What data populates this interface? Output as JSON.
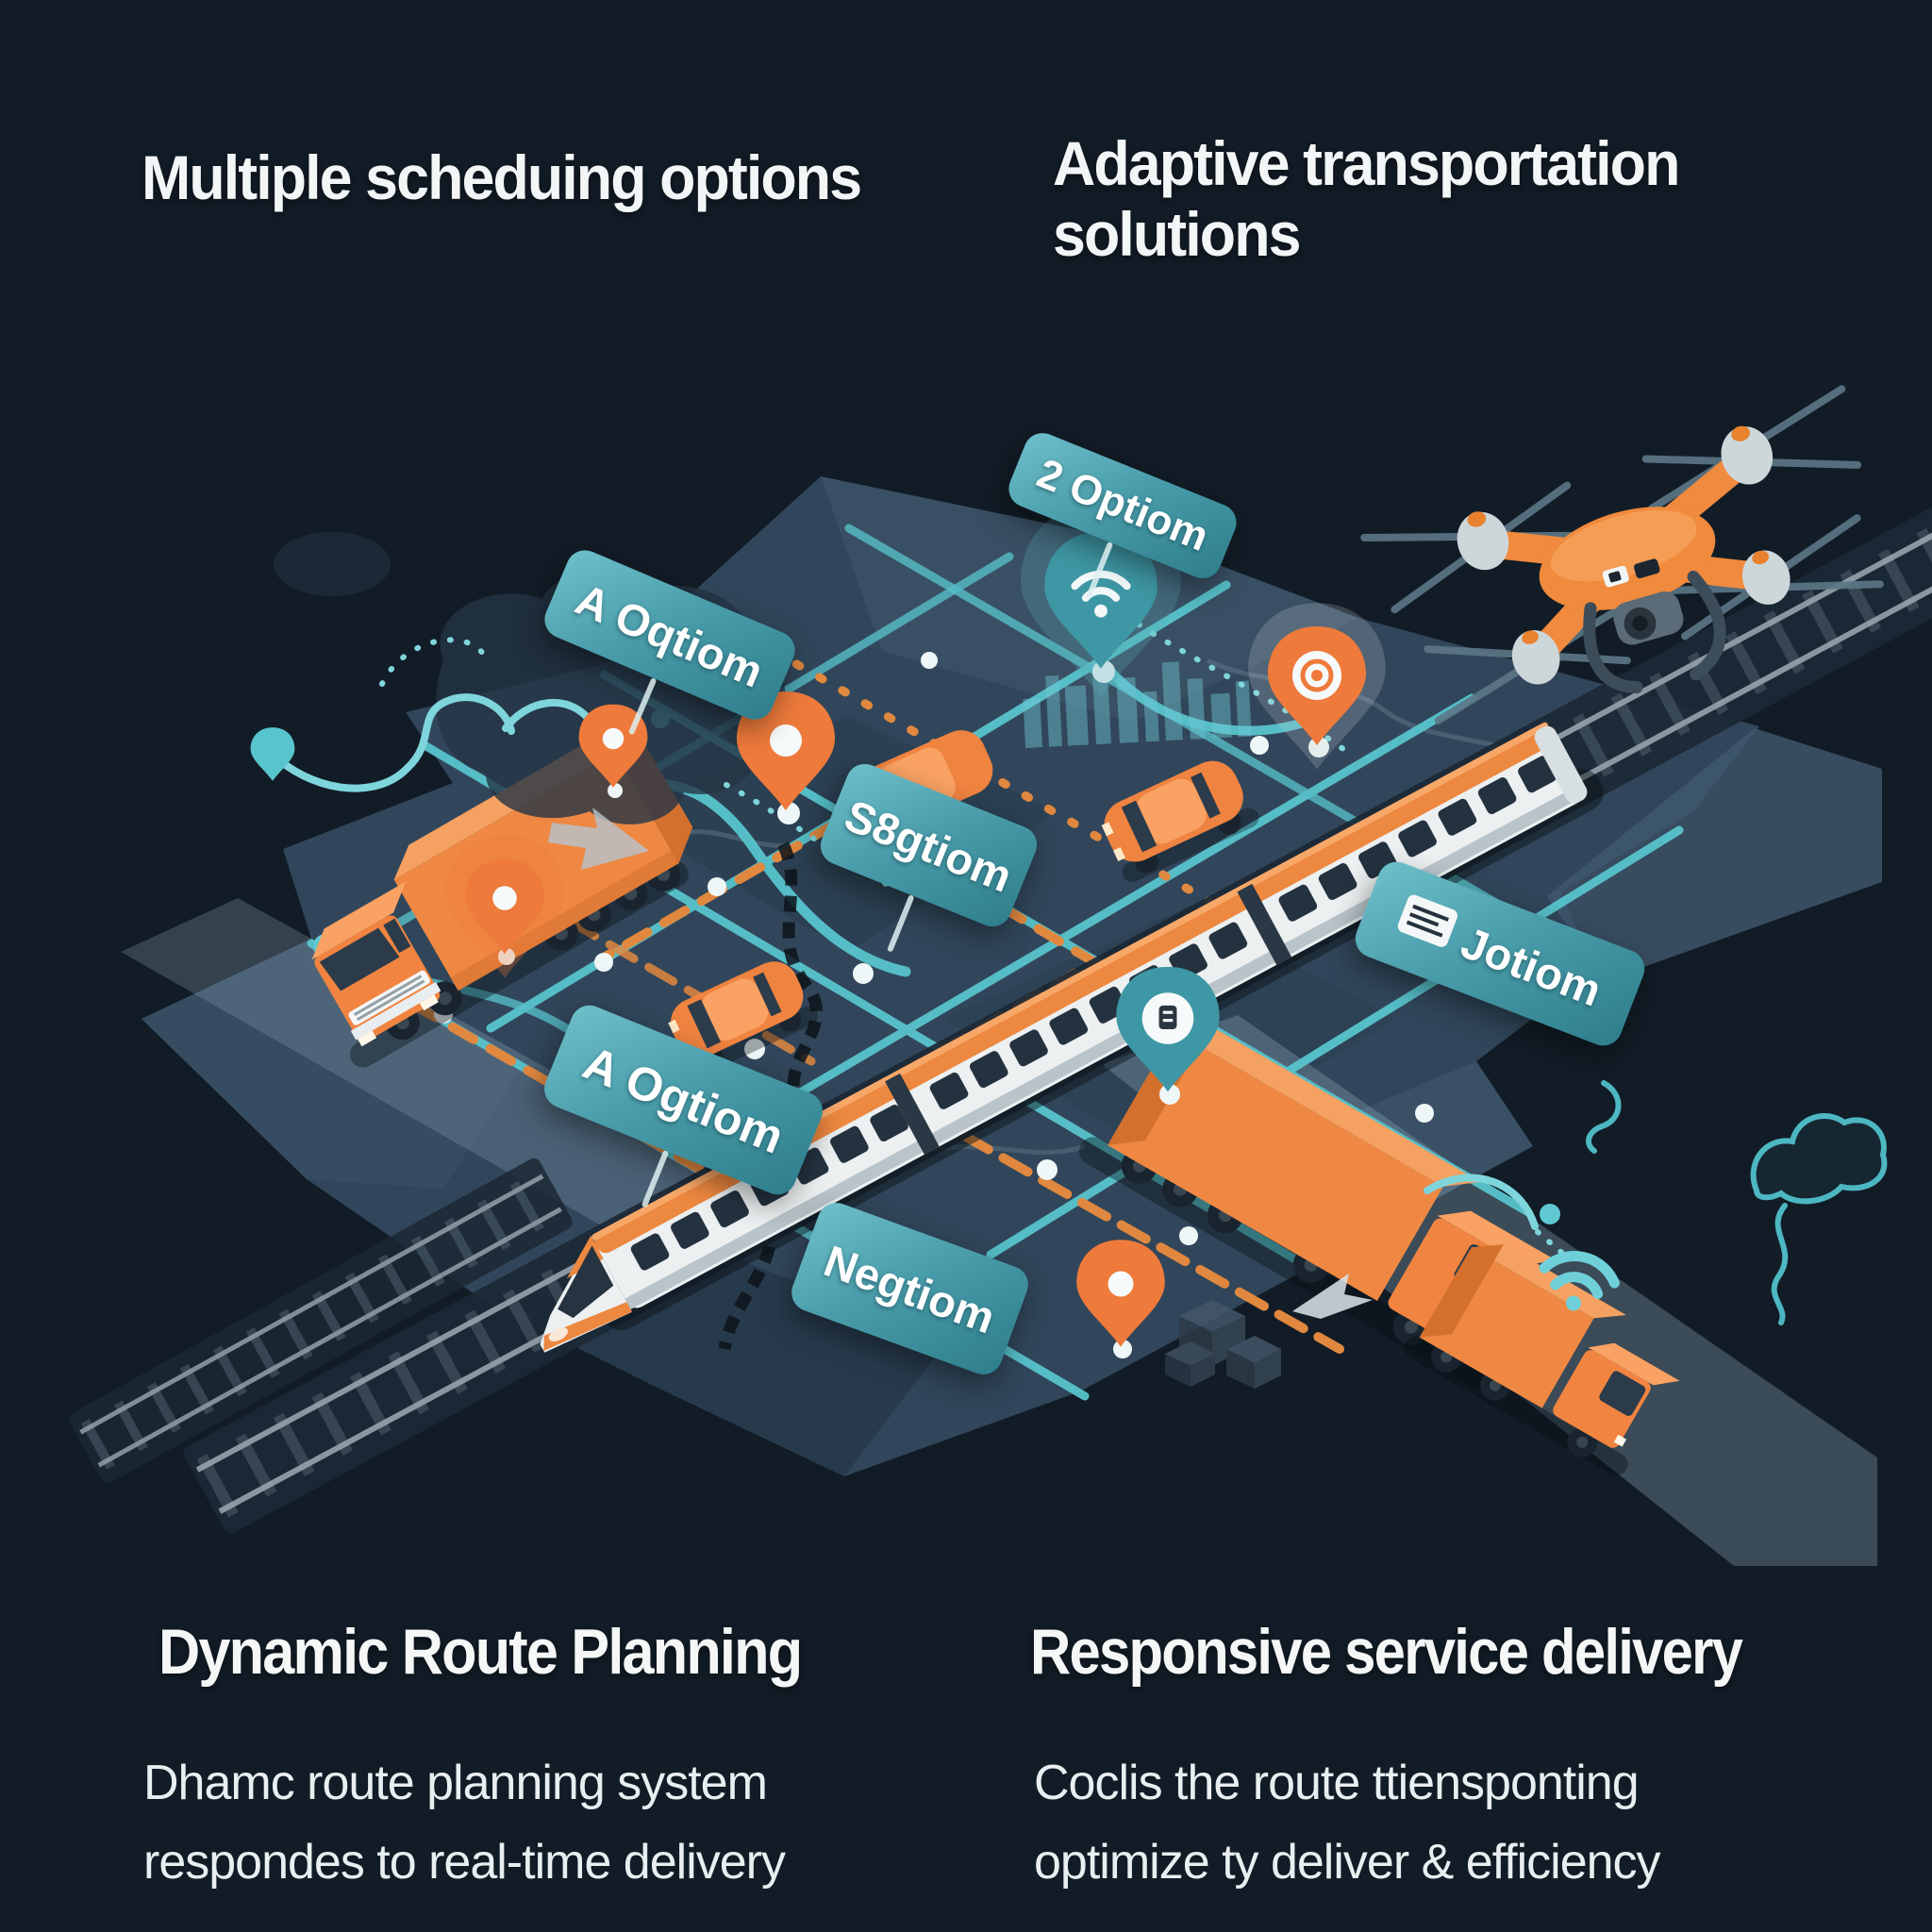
{
  "titles": {
    "top_left": "Multiple scheduing options",
    "top_right_line1": "Adaptive transportation",
    "top_right_line2": "solutions"
  },
  "map": {
    "signs": [
      {
        "label": "2 Optiom"
      },
      {
        "label": "A Oqtiom"
      },
      {
        "label": "S8gtiom"
      },
      {
        "label": "Jotiom"
      },
      {
        "label": "A Ogtiom"
      },
      {
        "label": "Negtiom"
      }
    ]
  },
  "sections": {
    "left": {
      "heading": "Dynamic Route Planning",
      "body_line1": "Dhamc route planning system",
      "body_line2": "respondes to real-time delivery"
    },
    "right": {
      "heading": "Responsive service delivery",
      "body_line1": "Coclis the route ttiensponting",
      "body_line2": "optimize ty deliver & efficiency"
    }
  },
  "icons": {
    "pins": [
      "wifi-pin",
      "target-pin",
      "location-pin",
      "bus-pin",
      "teal-droplet-pin"
    ],
    "vehicles": [
      "semi-truck",
      "box-truck",
      "car",
      "high-speed-train",
      "delivery-drone"
    ],
    "misc": [
      "ticket-icon",
      "wifi-signal-icon",
      "route-node",
      "direction-arrow"
    ]
  },
  "colors": {
    "background": "#121c26",
    "map_base": "#31465a",
    "route_teal": "#58c4cd",
    "route_orange": "#e0883f",
    "vehicle_orange": "#ee8843",
    "sign_teal": "#3f93a0",
    "text": "#f2f5f5"
  }
}
